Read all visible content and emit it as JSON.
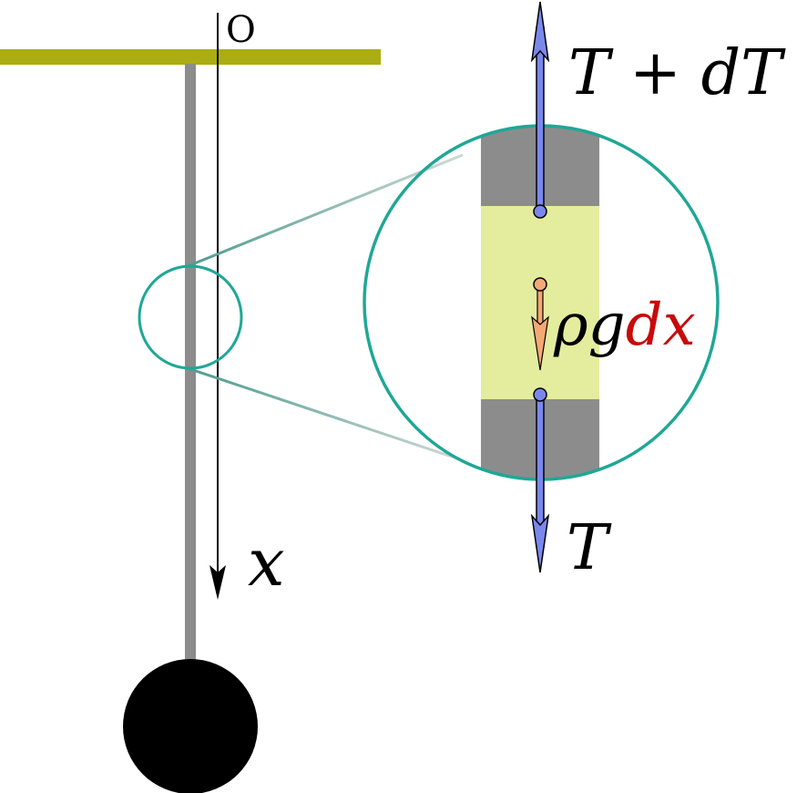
{
  "labels": {
    "origin": "O",
    "axis": "x",
    "tension_top": "T + dT",
    "tension_bottom": "T",
    "gravity_prefix": "ρg",
    "gravity_suffix": "dx"
  },
  "colors": {
    "ceiling": "#abad12",
    "rope": "#8c8c8c",
    "element": "#e4ec9e",
    "circle": "#1fa796",
    "tension_arrow": "#7a88ec",
    "gravity_arrow": "#f6a874",
    "dx_text": "#c80a0a",
    "mass": "#000000"
  }
}
